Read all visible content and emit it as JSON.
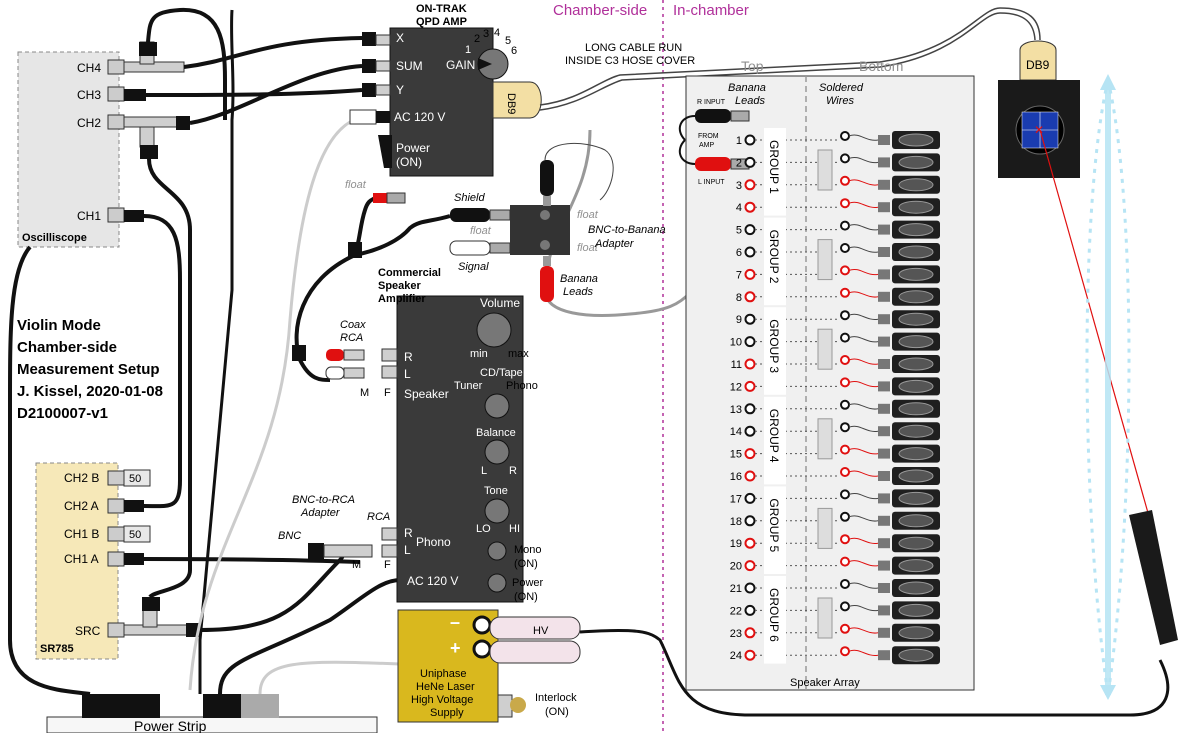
{
  "title": {
    "line1": "Violin Mode",
    "line2": "Chamber-side",
    "line3": "Measurement Setup",
    "line4": "J. Kissel, 2020-01-08",
    "line5": "D2100007-v1"
  },
  "sections": {
    "chamber_side": "Chamber-side",
    "in_chamber": "In-chamber"
  },
  "cable_note": {
    "line1": "LONG CABLE RUN",
    "line2": "INSIDE C3 HOSE COVER"
  },
  "oscilloscope": {
    "label": "Oscilliscope",
    "ch4": "CH4",
    "ch3": "CH3",
    "ch2": "CH2",
    "ch1": "CH1"
  },
  "sr785": {
    "label": "SR785",
    "ch2b": "CH2 B",
    "ch2a": "CH2 A",
    "ch1b": "CH1 B",
    "ch1a": "CH1 A",
    "src": "SRC",
    "term1": "50",
    "term2": "50"
  },
  "qpd": {
    "title1": "ON-TRAK",
    "title2": "QPD AMP",
    "x": "X",
    "sum": "SUM",
    "y": "Y",
    "ac": "AC 120 V",
    "gain": "GAIN",
    "power1": "Power",
    "power2": "(ON)",
    "db9": "DB9",
    "g1": "1",
    "g2": "2",
    "g3": "3",
    "g4": "4",
    "g5": "5",
    "g6": "6"
  },
  "adapter": {
    "float1": "float",
    "shield": "Shield",
    "float2": "float",
    "float3": "float",
    "float4": "float",
    "signal": "Signal",
    "bnc_banana1": "BNC-to-Banana",
    "bnc_banana2": "Adapter",
    "banana1": "Banana",
    "banana2": "Leads"
  },
  "amplifier": {
    "title1": "Commercial",
    "title2": "Speaker",
    "title3": "Amplifier",
    "volume": "Volume",
    "min": "min",
    "max": "max",
    "cd_tape": "CD/Tape",
    "tuner": "Tuner",
    "phono_knob": "Phono",
    "r": "R",
    "l": "L",
    "speaker": "Speaker",
    "balance": "Balance",
    "bal_l": "L",
    "bal_r": "R",
    "tone": "Tone",
    "lo": "LO",
    "hi": "HI",
    "phono_r": "R",
    "phono_l": "L",
    "phono": "Phono",
    "mono1": "Mono",
    "mono2": "(ON)",
    "power1": "Power",
    "power2": "(ON)",
    "ac": "AC 120 V",
    "m1": "M",
    "f1": "F",
    "m2": "M",
    "f2": "F"
  },
  "cables": {
    "coax1": "Coax",
    "coax2": "RCA",
    "bnc_rca1": "BNC-to-RCA",
    "bnc_rca2": "Adapter",
    "rca": "RCA",
    "bnc": "BNC"
  },
  "hv": {
    "line1": "Uniphase",
    "line2": "HeNe Laser",
    "line3": "High Voltage",
    "line4": "Supply",
    "minus": "–",
    "plus": "+",
    "hv": "HV",
    "interlock1": "Interlock",
    "interlock2": "(ON)"
  },
  "power_strip": "Power Strip",
  "array": {
    "top": "Top",
    "bottom": "Bottom",
    "banana1": "Banana",
    "banana2": "Leads",
    "soldered1": "Soldered",
    "soldered2": "Wires",
    "r_input": "R INPUT",
    "l_input": "L INPUT",
    "from_amp1": "FROM",
    "from_amp2": "AMP",
    "speaker_array": "Speaker Array",
    "groups": [
      "GROUP 1",
      "GROUP 2",
      "GROUP 3",
      "GROUP 4",
      "GROUP 5",
      "GROUP 6"
    ],
    "leads": [
      "1",
      "2",
      "3",
      "4",
      "5",
      "6",
      "7",
      "8",
      "9",
      "10",
      "11",
      "12",
      "13",
      "14",
      "15",
      "16",
      "17",
      "18",
      "19",
      "20",
      "21",
      "22",
      "23",
      "24"
    ]
  },
  "db9_right": "DB9",
  "colors": {
    "black": "#111111",
    "grey": "#3a3a3a",
    "red": "#e01010",
    "scope": "#e6e6e6",
    "sr785": "#f6e8b8",
    "hv_supply": "#d9b81e",
    "array_bg": "#f0f0f0",
    "label_purple": "#b0309a",
    "grey_label": "#909090",
    "beam": "#b6e4f4"
  }
}
